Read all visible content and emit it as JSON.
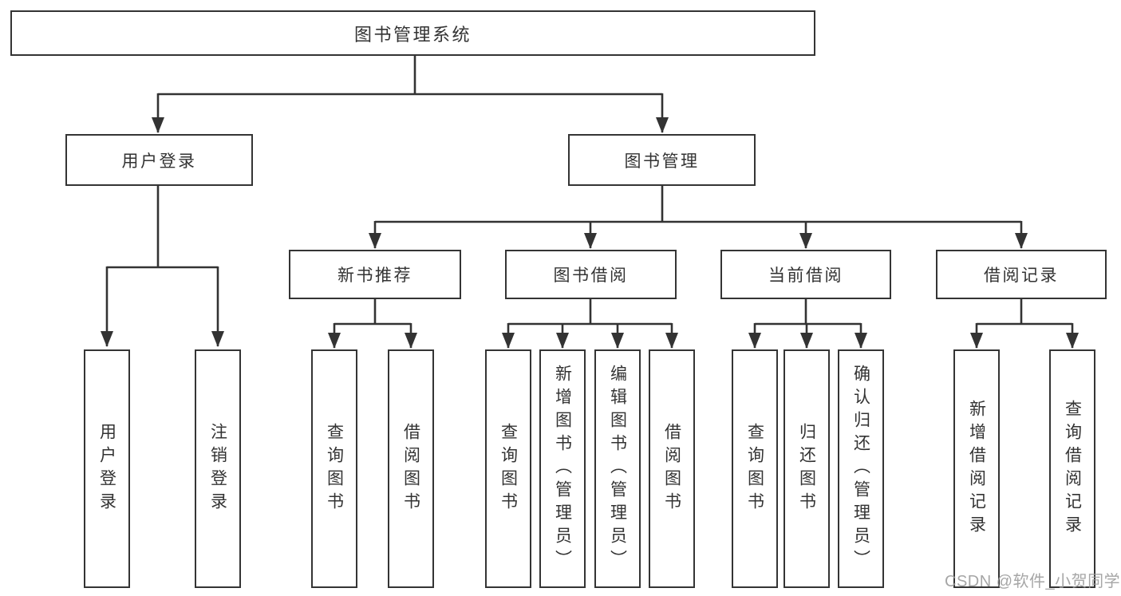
{
  "tree": {
    "root": {
      "label": "图书管理系统"
    },
    "level2": [
      {
        "id": "user-login",
        "label": "用户登录"
      },
      {
        "id": "book-management",
        "label": "图书管理"
      }
    ],
    "level3": [
      {
        "id": "new-book-recommend",
        "label": "新书推荐",
        "parent": "图书管理"
      },
      {
        "id": "book-borrow",
        "label": "图书借阅",
        "parent": "图书管理"
      },
      {
        "id": "current-borrow",
        "label": "当前借阅",
        "parent": "图书管理"
      },
      {
        "id": "borrow-records",
        "label": "借阅记录",
        "parent": "图书管理"
      }
    ],
    "leaves": [
      {
        "label": "用户登录",
        "parent": "用户登录"
      },
      {
        "label": "注销登录",
        "parent": "用户登录"
      },
      {
        "label": "查询图书",
        "parent": "新书推荐"
      },
      {
        "label": "借阅图书",
        "parent": "新书推荐"
      },
      {
        "label": "查询图书",
        "parent": "图书借阅"
      },
      {
        "label": "新增图书（管理员）",
        "parent": "图书借阅"
      },
      {
        "label": "编辑图书（管理员）",
        "parent": "图书借阅"
      },
      {
        "label": "借阅图书",
        "parent": "图书借阅"
      },
      {
        "label": "查询图书",
        "parent": "当前借阅"
      },
      {
        "label": "归还图书",
        "parent": "当前借阅"
      },
      {
        "label": "确认归还（管理员）",
        "parent": "当前借阅"
      },
      {
        "label": "新增借阅记录",
        "parent": "借阅记录"
      },
      {
        "label": "查询借阅记录",
        "parent": "借阅记录"
      }
    ]
  },
  "watermark": {
    "text": "CSDN @软件_小贺同学"
  },
  "colors": {
    "line": "#333333",
    "box_border": "#343434",
    "text": "#333333",
    "watermark_text": "#9a9a9a",
    "background": "#ffffff"
  }
}
